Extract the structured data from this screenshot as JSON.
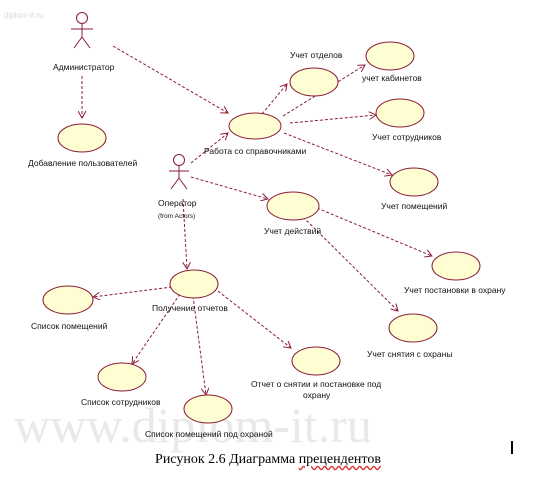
{
  "watermark": {
    "top": "diplom-it.ru",
    "large": "www.diplom-it.ru"
  },
  "actors": {
    "admin": "Администратор",
    "operator": "Оператор",
    "operator_note": "(from Actors)"
  },
  "use_cases": {
    "add_users": "Добавление пользователей",
    "directories": "Работа со справочниками",
    "departments": "Учет отделов",
    "cabinets": "учет кабинетов",
    "employees": "Учет сотрудников",
    "rooms": "Учет помещений",
    "actions": "Учет действий",
    "put_guard": "Учет постановки в охрану",
    "remove_guard": "Учет снятия с охраны",
    "reports": "Получение отчетов",
    "list_rooms": "Список помещений",
    "list_employees": "Список сотрудников",
    "list_guarded": "Список помещений под охраной",
    "report_guard_line1": "Отчет  о снятии и постановке под",
    "report_guard_line2": "охрану"
  },
  "caption": {
    "prefix": "Рисунок 2.6 Диаграмма ",
    "word": "прецендентов"
  }
}
